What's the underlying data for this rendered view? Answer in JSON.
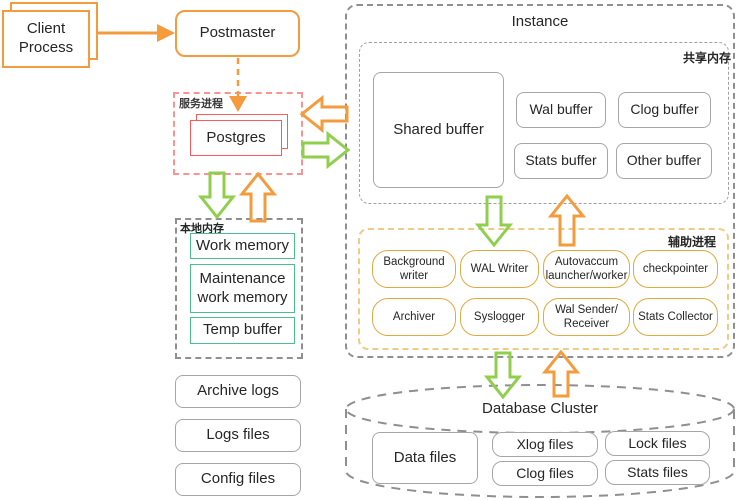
{
  "left": {
    "client_process": "Client Process",
    "postmaster": "Postmaster",
    "service_region_label": "服务进程",
    "postgres": "Postgres",
    "local_memory_label": "本地内存",
    "work_memory": "Work memory",
    "maintenance_work_memory": "Maintenance work memory",
    "temp_buffer": "Temp buffer",
    "archive_logs": "Archive logs",
    "logs_files": "Logs files",
    "config_files": "Config files"
  },
  "instance": {
    "title": "Instance",
    "shared_memory": {
      "label": "共享内存",
      "shared_buffer": "Shared buffer",
      "wal_buffer": "Wal buffer",
      "clog_buffer": "Clog buffer",
      "stats_buffer": "Stats buffer",
      "other_buffer": "Other buffer"
    },
    "aux": {
      "label": "辅助进程",
      "items": [
        "Background writer",
        "WAL Writer",
        "Autovaccum launcher/worker",
        "checkpointer",
        "Archiver",
        "Syslogger",
        "Wal Sender/ Receiver",
        "Stats Collector"
      ]
    }
  },
  "cluster": {
    "title": "Database Cluster",
    "data_files": "Data files",
    "xlog_files": "Xlog files",
    "lock_files": "Lock files",
    "clog_files": "Clog files",
    "stats_files": "Stats files"
  },
  "colors": {
    "orange": "#F49B3E",
    "green_arrow": "#90CE4E",
    "red_box": "#F75B5E",
    "red_dash": "#FC9292",
    "teal_box": "#4DBE8F",
    "amber_box": "#E2A93F",
    "amber_dash": "#F0CB85",
    "gray_dash": "#8F8F8F",
    "gray_box": "#A6A6A6"
  }
}
